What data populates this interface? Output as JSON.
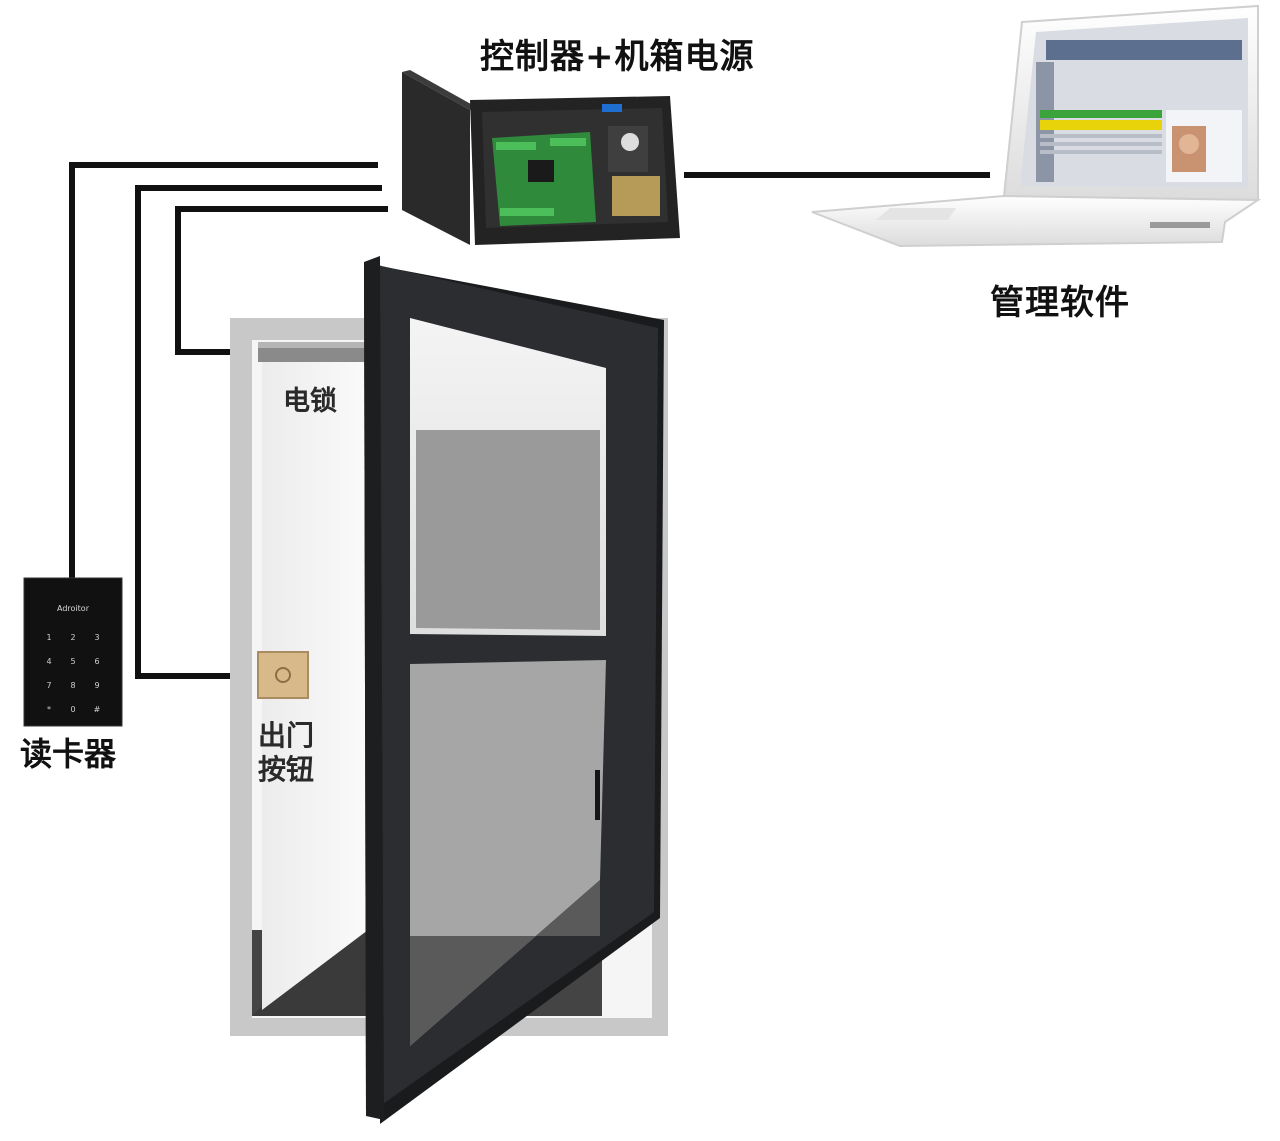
{
  "labels": {
    "controller": "控制器+机箱电源",
    "software": "管理软件",
    "reader": "读卡器",
    "lock": "电锁",
    "exit_line1": "出门",
    "exit_line2": "按钮"
  },
  "reader_device": {
    "brand": "Adroitor",
    "keys": [
      "1",
      "2",
      "3",
      "4",
      "5",
      "6",
      "7",
      "8",
      "9",
      "*",
      "0",
      "#"
    ]
  },
  "colors": {
    "wire": "#111111",
    "door_frame": "#2b2d30",
    "glass_light": "#e6e6e6",
    "glass_dark": "#9a9a9a",
    "wall_frame": "#c8c8c8",
    "cabinet": "#262626",
    "pcb": "#2f8a3c",
    "laptop_body": "#f2f2f2",
    "screen_accent_yellow": "#e8d20a",
    "screen_accent_green": "#3aa33a"
  },
  "icons": [
    "laptop-icon",
    "keypad-icon",
    "cabinet-icon",
    "door-icon",
    "exit-button-icon",
    "electric-lock-icon"
  ]
}
